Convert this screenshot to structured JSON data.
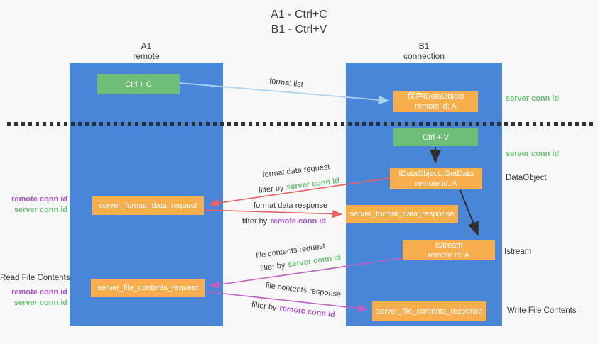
{
  "title": {
    "line1": "A1 - Ctrl+C",
    "line2": "B1 - Ctrl+V"
  },
  "lanes": {
    "left": {
      "header_top": "A1",
      "header_bottom": "remote"
    },
    "right": {
      "header_top": "B1",
      "header_bottom": "connection"
    }
  },
  "nodes": {
    "ctrl_c": {
      "label": "Ctrl + C"
    },
    "save_dataobject": {
      "line1": "保存IDataObject",
      "line2": "remote id: A"
    },
    "ctrl_v": {
      "label": "Ctrl + V"
    },
    "getdata": {
      "line1": "IDataObject::GetData",
      "line2": "remote id: A"
    },
    "format_request": {
      "label": "server_format_data_request"
    },
    "format_response": {
      "label": "server_format_data_response"
    },
    "istream": {
      "line1": "IStream",
      "line2": "remote id: A"
    },
    "file_request": {
      "label": "server_file_contents_request"
    },
    "file_response": {
      "label": "server_file_contents_response"
    }
  },
  "left_labels": {
    "remote_conn_id_1": "remote conn id",
    "server_conn_id_1": "server conn id",
    "read_file_contents": "Read File Contents",
    "remote_conn_id_2": "remote conn id",
    "server_conn_id_2": "server conn id"
  },
  "right_labels": {
    "server_conn_id_1": "server conn id",
    "server_conn_id_2": "server conn id",
    "dataobject": "DataObject",
    "istream": "Istream",
    "write_file_contents": "Write File Contents"
  },
  "flow_labels": {
    "format_list": "format list",
    "format_data_request": "format data request",
    "format_data_response": "format data response",
    "file_contents_request": "file contents request",
    "file_contents_response": "file contents response",
    "filter_by": "filter by",
    "server_conn_id": "server conn id",
    "remote_conn_id": "remote conn id"
  },
  "colors": {
    "lane_blue": "#4a86d8",
    "box_orange": "#f9ae4d",
    "box_green": "#6ebe77",
    "green_text": "#6dc277",
    "purple_text": "#a855c8",
    "red_arrow": "#e8635f",
    "magenta_arrow": "#c05fc0",
    "blue_arrow": "#a9d4f0",
    "black_arrow": "#303030"
  }
}
